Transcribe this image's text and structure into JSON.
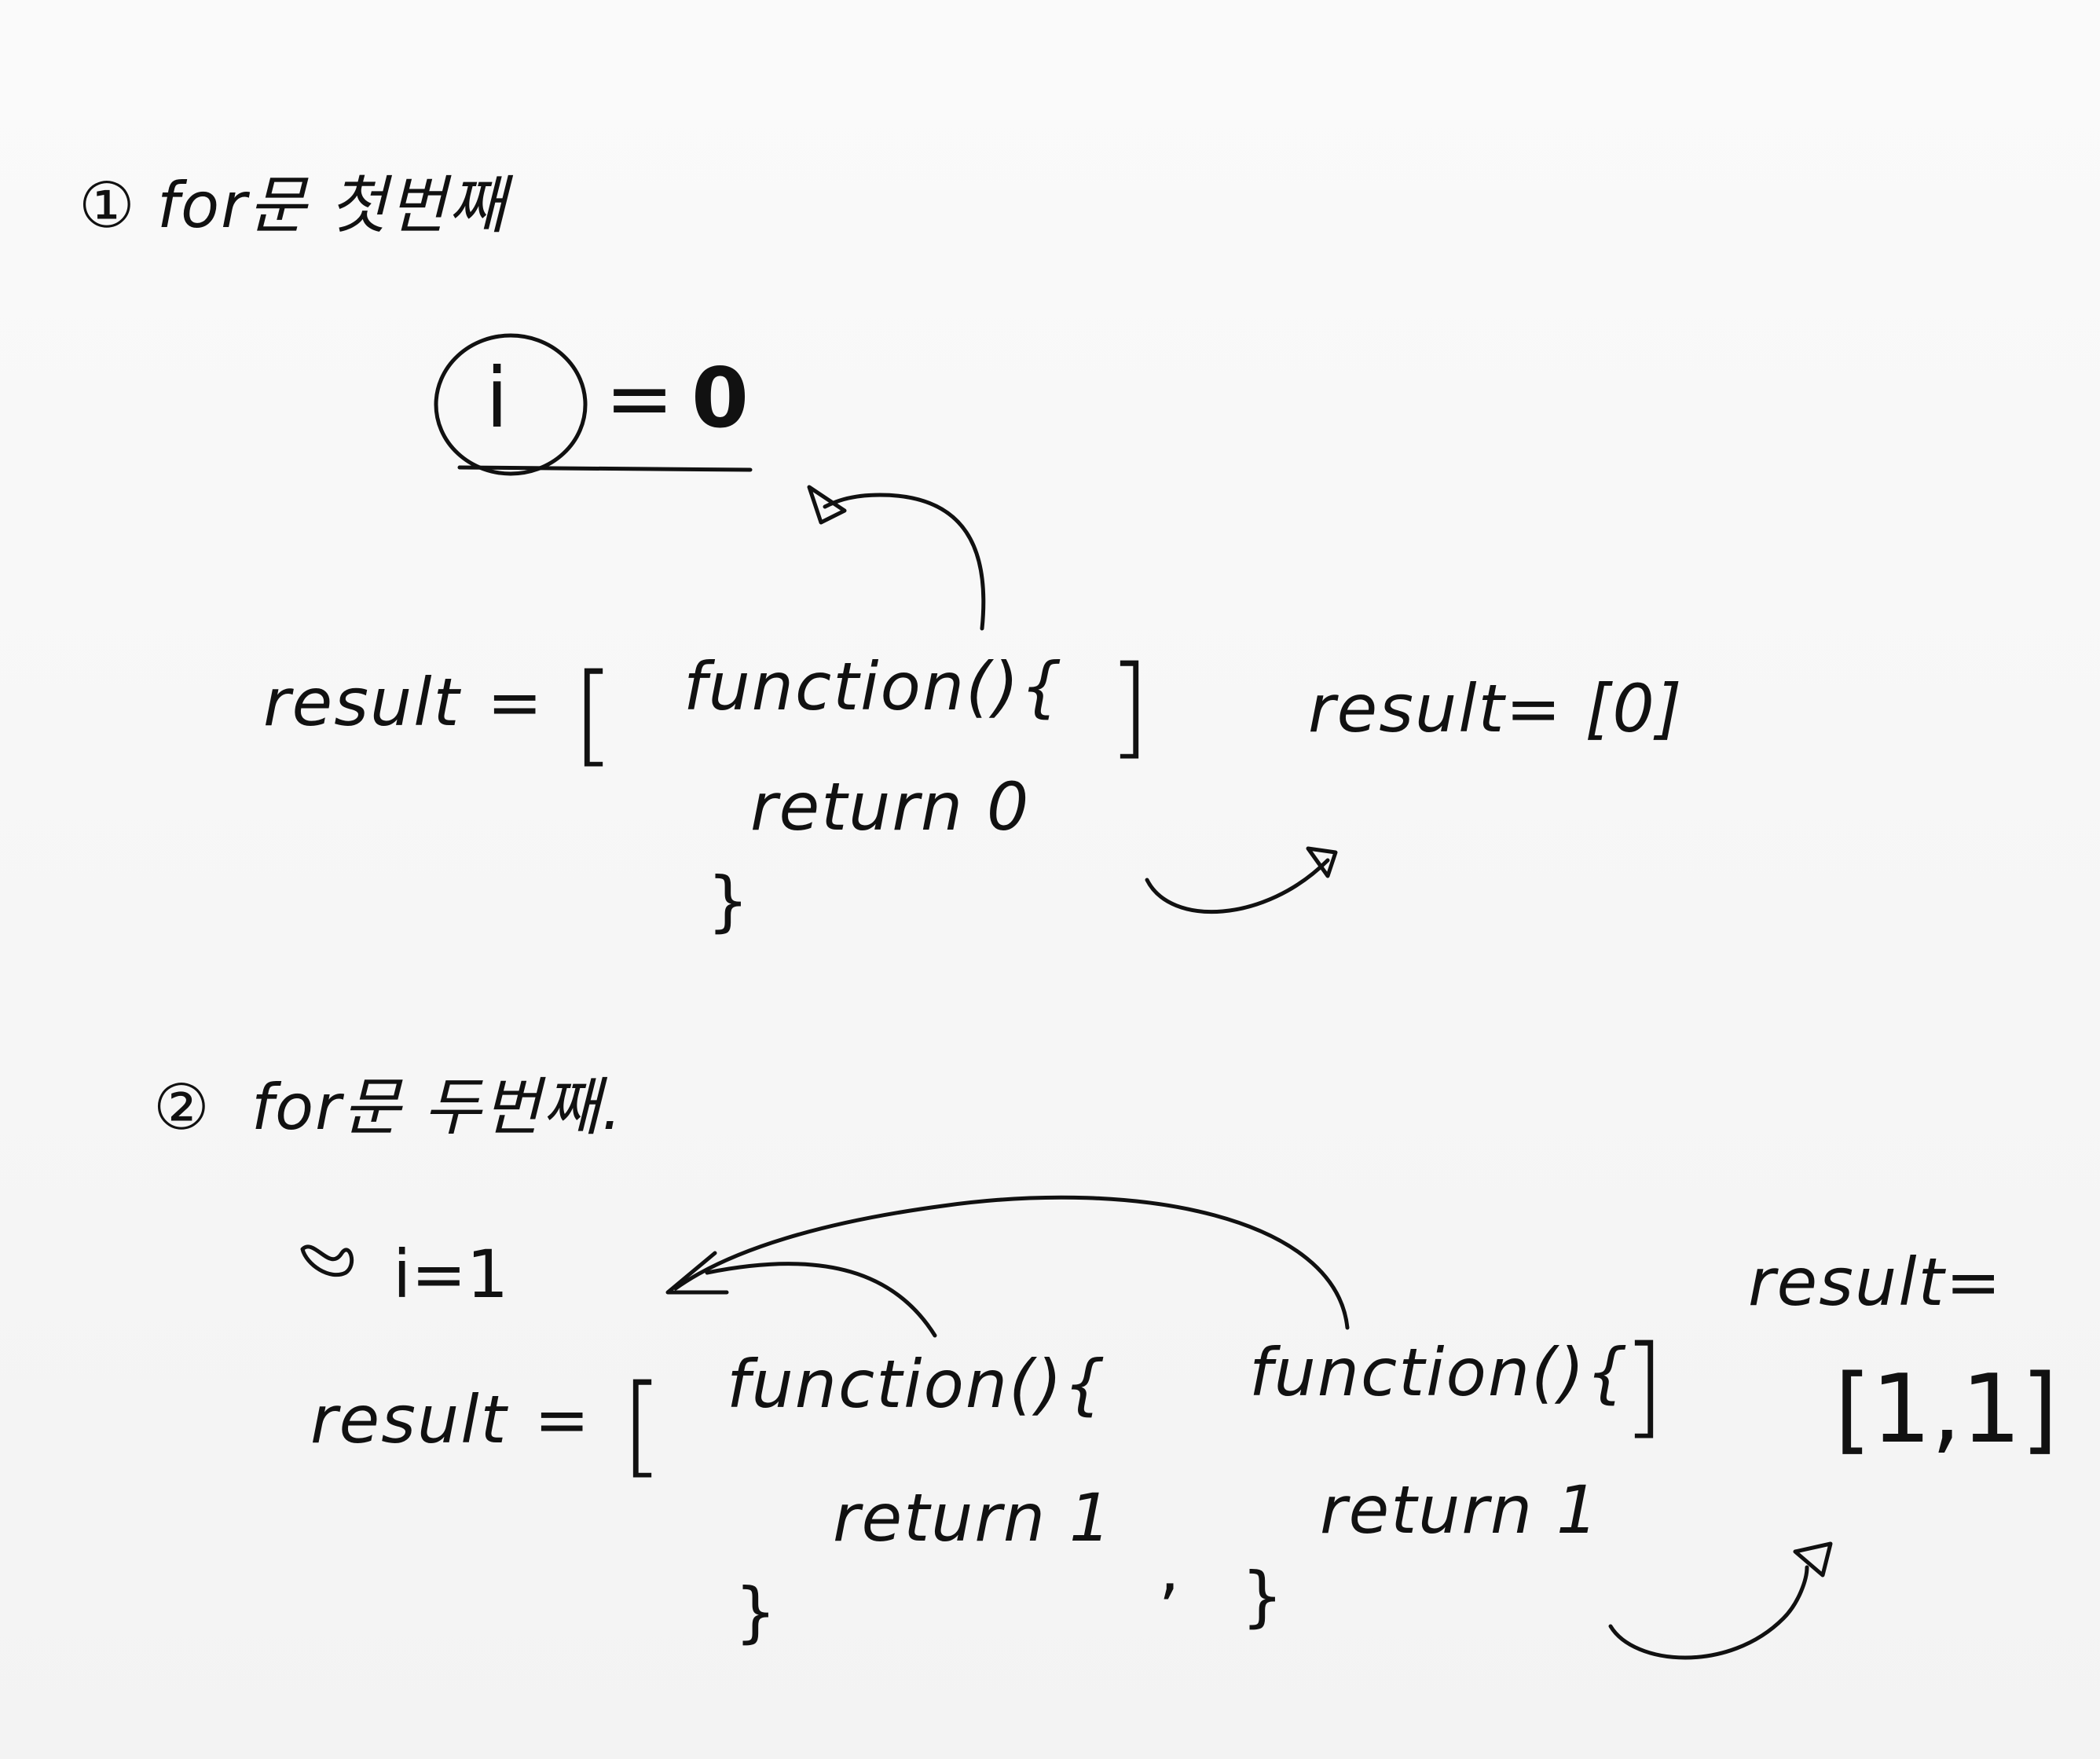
{
  "section1": {
    "marker": "①",
    "heading": "for문 첫번째",
    "var_i": "i",
    "equals": "=",
    "i_value": "0",
    "result_label": "result",
    "result_eq": "=",
    "open_bracket": "[",
    "close_bracket": "]",
    "func_decl": "function(){",
    "func_return": "return 0",
    "func_close": "}",
    "output": "result= [0]"
  },
  "section2": {
    "marker": "②",
    "heading": "for문 두번째.",
    "var_assign": "i=1",
    "result_label": "result",
    "result_eq": "=",
    "open_bracket": "[",
    "close_bracket": "]",
    "func1_decl": "function(){",
    "func1_return": "return 1",
    "func1_close": "}",
    "comma": ",",
    "func2_decl": "function(){",
    "func2_return": "return 1",
    "func2_close": "}",
    "output_label": "result=",
    "output_value": "[1,1]"
  }
}
